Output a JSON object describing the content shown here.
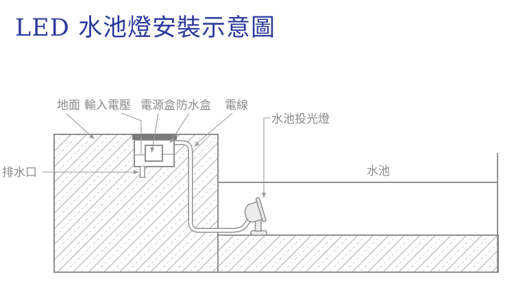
{
  "title": "LED 水池燈安裝示意圖",
  "labels": {
    "ground": "地面",
    "input_voltage": "輸入電壓",
    "power_box": "電源盒",
    "waterproof_box": "防水盒",
    "wire": "電線",
    "pool_floodlight": "水池投光燈",
    "drain_outlet": "排水口",
    "pool": "水池"
  },
  "colors": {
    "title_blue": "#2b3a9b",
    "diagram_line_gray": "#8f8f8f",
    "label_gray": "#8a8a8a",
    "cover_plate_dark": "#7b7b7b",
    "hatch_solid": "#b2b2b2",
    "hatch_dashed": "#c9c9c9",
    "leader_line_gray": "#9a9a9a",
    "lamp_fill": "#ececec",
    "background": "#ffffff"
  }
}
